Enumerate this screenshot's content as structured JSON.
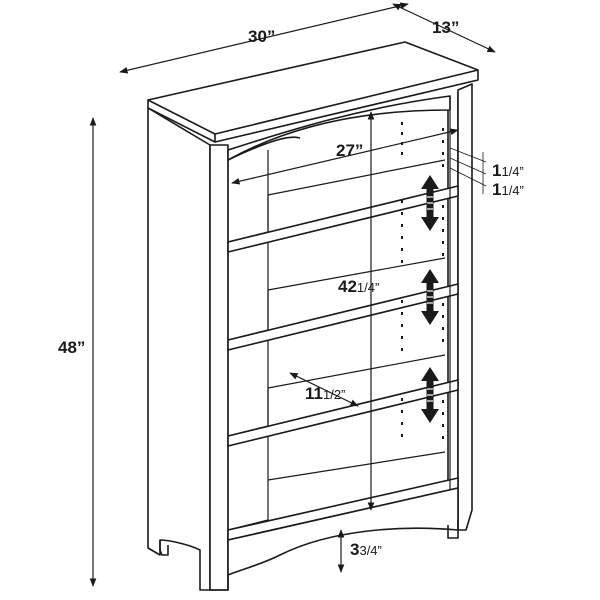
{
  "dimensions": {
    "width": "30”",
    "depth": "13”",
    "height": "48”",
    "inner_width": "27”",
    "inner_height": {
      "whole": "42",
      "fraction": "1/4”"
    },
    "shelf_depth": {
      "whole": "11",
      "fraction": "1/2”"
    },
    "hole_spacing": [
      {
        "whole": "1",
        "fraction": "1/4”"
      },
      {
        "whole": "1",
        "fraction": "1/4”"
      }
    ],
    "base_clearance": {
      "whole": "3",
      "fraction": "3/4”"
    }
  },
  "colors": {
    "line": "#1a1a1a",
    "background": "#ffffff"
  },
  "icons": [
    "adjustable-shelf-arrow-icon"
  ]
}
